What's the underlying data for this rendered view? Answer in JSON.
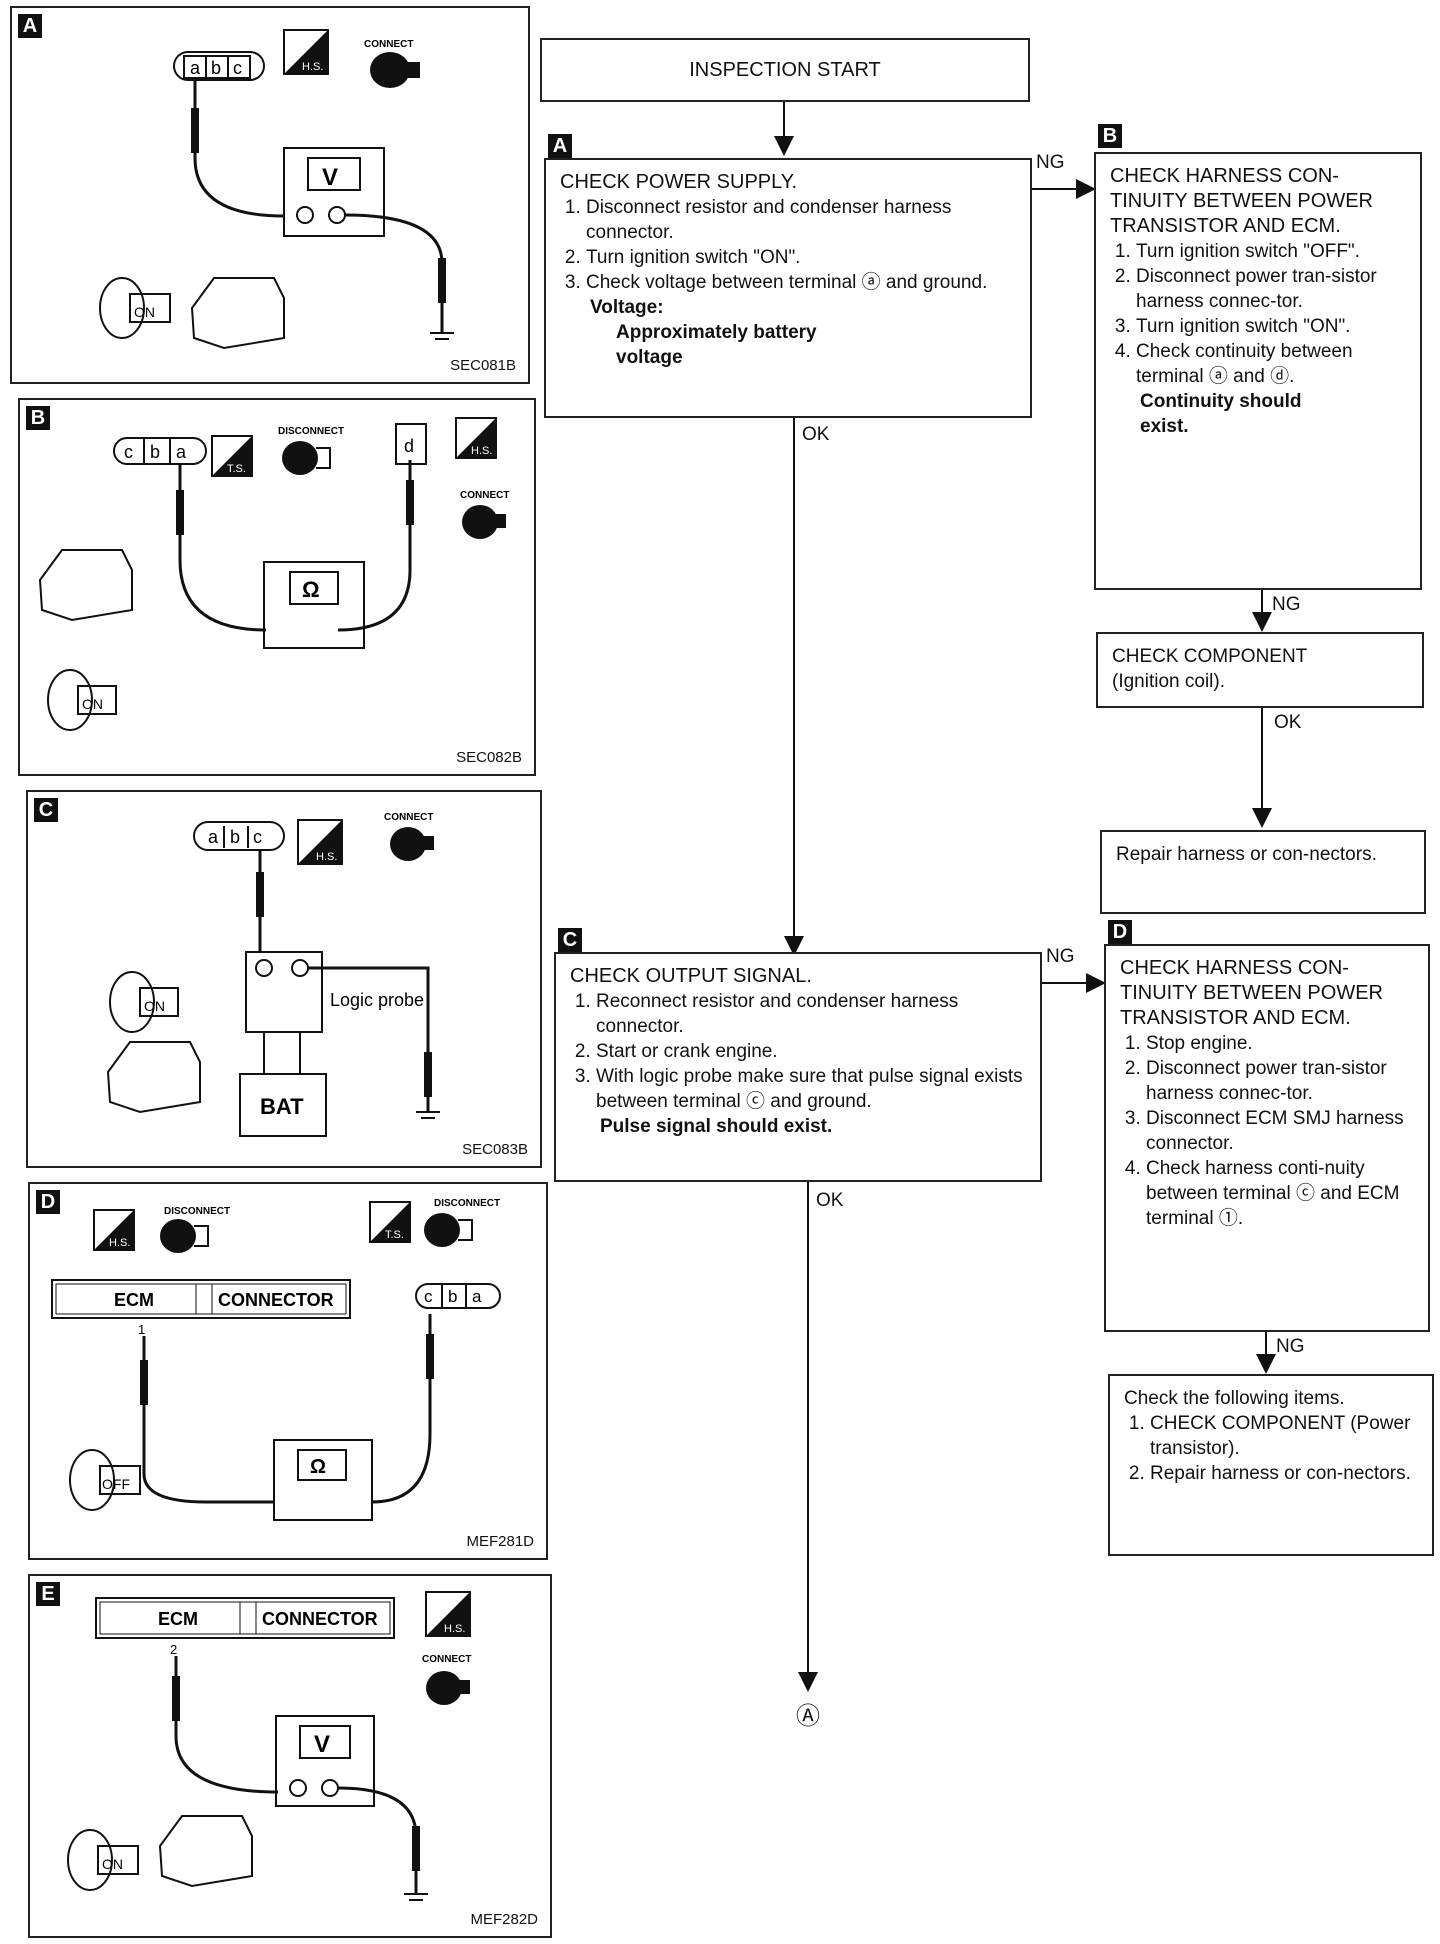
{
  "panels": {
    "A": {
      "tag": "A",
      "code": "SEC081B",
      "connector": [
        "a",
        "b",
        "c"
      ],
      "meter": "V",
      "connect": "CONNECT",
      "hs": "H.S.",
      "key": "ON"
    },
    "B": {
      "tag": "B",
      "code": "SEC082B",
      "connector": [
        "c",
        "b",
        "a"
      ],
      "meter": "Ω",
      "disconnect": "DISCONNECT",
      "connect": "CONNECT",
      "ts": "T.S.",
      "hs": "H.S.",
      "term": "d",
      "key": "ON"
    },
    "C": {
      "tag": "C",
      "code": "SEC083B",
      "connector": [
        "a",
        "b",
        "c"
      ],
      "connect": "CONNECT",
      "hs": "H.S.",
      "probe": "Logic probe",
      "bat": "BAT",
      "key": "ON"
    },
    "D": {
      "tag": "D",
      "code": "MEF281D",
      "disconnect": "DISCONNECT",
      "hs": "H.S.",
      "ts": "T.S.",
      "ecm": "ECM",
      "ecm_connector": "CONNECTOR",
      "pin": "1",
      "connector": [
        "c",
        "b",
        "a"
      ],
      "meter": "Ω",
      "key": "OFF"
    },
    "E": {
      "tag": "E",
      "code": "MEF282D",
      "ecm": "ECM",
      "ecm_connector": "CONNECTOR",
      "pin": "2",
      "hs": "H.S.",
      "connect": "CONNECT",
      "meter": "V",
      "key": "ON"
    }
  },
  "flow": {
    "start": "INSPECTION START",
    "A": {
      "tag": "A",
      "title": "CHECK POWER SUPPLY.",
      "steps": [
        "Disconnect resistor and condenser harness connector.",
        "Turn ignition switch \"ON\".",
        "Check voltage between terminal ⓐ and ground."
      ],
      "spec_label": "Voltage:",
      "spec": "Approximately battery voltage"
    },
    "B": {
      "tag": "B",
      "title": "CHECK HARNESS CON-TINUITY BETWEEN POWER TRANSISTOR AND ECM.",
      "steps": [
        "Turn ignition switch \"OFF\".",
        "Disconnect power tran-sistor harness connec-tor.",
        "Turn ignition switch \"ON\".",
        "Check continuity between terminal ⓐ and ⓓ."
      ],
      "spec": "Continuity should exist."
    },
    "component": "CHECK COMPONENT (Ignition coil).",
    "repair": "Repair harness or con-nectors.",
    "C": {
      "tag": "C",
      "title": "CHECK OUTPUT SIGNAL.",
      "steps": [
        "Reconnect resistor and condenser harness connector.",
        "Start or crank engine.",
        "With logic probe make sure that pulse signal exists between terminal ⓒ and ground."
      ],
      "spec": "Pulse signal should exist."
    },
    "D": {
      "tag": "D",
      "title": "CHECK HARNESS CON-TINUITY BETWEEN POWER TRANSISTOR AND ECM.",
      "steps": [
        "Stop engine.",
        "Disconnect power tran-sistor harness connec-tor.",
        "Disconnect ECM SMJ harness connector.",
        "Check harness conti-nuity between terminal ⓒ and ECM terminal ①."
      ]
    },
    "final": {
      "title": "Check the following items.",
      "steps": [
        "CHECK COMPONENT (Power transistor).",
        "Repair harness or con-nectors."
      ]
    },
    "labels": {
      "ng1": "NG",
      "ok1": "OK",
      "ng2": "NG",
      "ok2": "OK",
      "ng3": "NG",
      "ok3": "OK",
      "ng4": "NG"
    },
    "end": "Ⓐ"
  }
}
